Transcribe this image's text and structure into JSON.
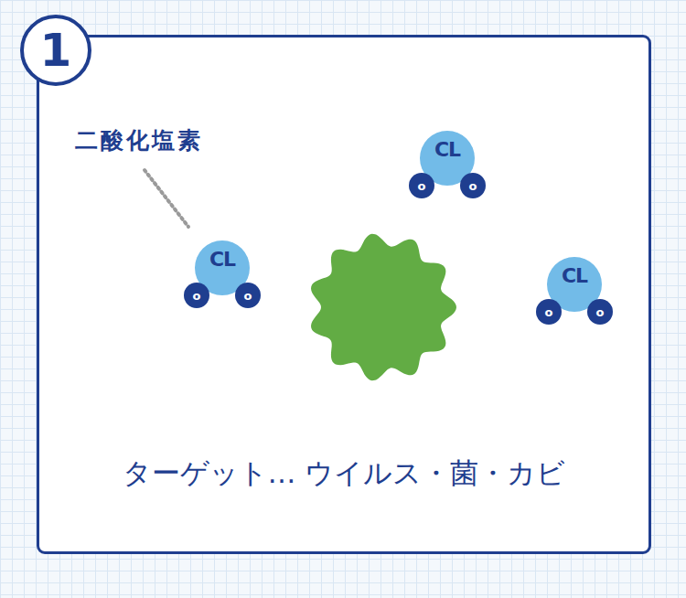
{
  "diagram": {
    "nodes": [
      {
        "text": [
          "1"
        ]
      },
      {
        "text": [
          "ターゲット… ウイルス・菌・カビ"
        ]
      },
      {
        "text": [
          "CL"
        ],
        "in": 1
      },
      {
        "text": [
          "o"
        ],
        "in": 2
      },
      {
        "text": [
          "o"
        ],
        "in": 2
      },
      {
        "text": [
          "CL"
        ],
        "in": 1
      },
      {
        "text": [
          "o"
        ],
        "in": 5
      },
      {
        "text": [
          "o"
        ],
        "in": 5
      },
      {
        "text": [
          "CL"
        ],
        "in": 1
      },
      {
        "text": [
          "o"
        ],
        "in": 8
      },
      {
        "text": [
          "o"
        ],
        "in": 8
      }
    ],
    "labels": [
      "二酸化塩素"
    ]
  }
}
